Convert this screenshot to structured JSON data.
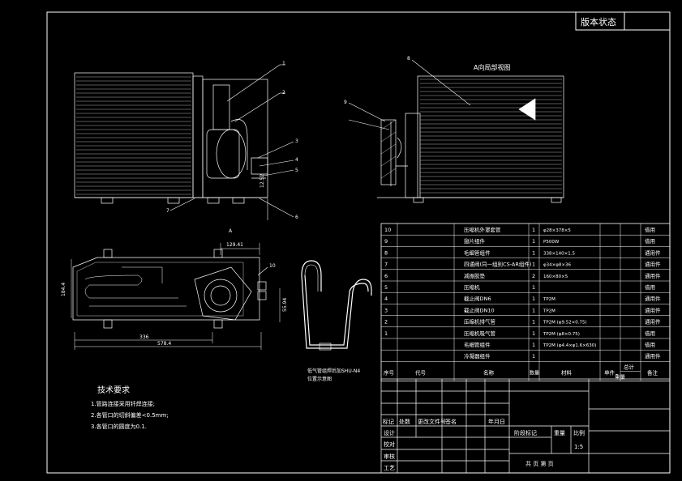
{
  "title_block": {
    "version_status": "版本状态",
    "scale": "1:5",
    "sheet_label": "共  页  第  页",
    "stage_mark": "阶段标记",
    "weight_label": "重量",
    "ratio_label": "比例"
  },
  "revision_row": {
    "mark": "标记",
    "count": "处数",
    "change_doc": "更改文件号",
    "signature": "签名",
    "date": "年月日"
  },
  "approval_rows": [
    "设计",
    "校对",
    "审核",
    "工艺"
  ],
  "views": {
    "a_direction_label": "A向局部视图",
    "a_marker": "A",
    "pipe_caption_line1": "低气管组焊后加SHU-N4",
    "pipe_caption_line2": "位置示意图"
  },
  "dimensions": {
    "top_width": "129.41",
    "height": "184.4",
    "bottom_short": "336",
    "bottom_total": "578.4",
    "side_dim": "55.94",
    "side_small": "12.52"
  },
  "technical_requirements": {
    "title": "技术要求",
    "items": [
      "1.管路连接采用钎焊连接;",
      "2.各管口的切斜偏差<0.5mm;",
      "3.各管口的圆度为0.1."
    ]
  },
  "callouts": [
    "1",
    "2",
    "3",
    "4",
    "5",
    "6",
    "7",
    "8",
    "9",
    "10"
  ],
  "bom_header": {
    "no": "序号",
    "code": "代号",
    "name": "名称",
    "qty": "数量",
    "material": "材料",
    "unit": "单件",
    "total": "总计",
    "weight": "重量",
    "remark": "备注"
  },
  "bom_rows": [
    {
      "no": "10",
      "name": "压缩机外罩套管",
      "qty": "1",
      "material": "φ28×378×5",
      "remark": "借用"
    },
    {
      "no": "9",
      "name": "翅片组件",
      "qty": "1",
      "material": "P500W",
      "remark": "借用"
    },
    {
      "no": "8",
      "name": "毛细管组件",
      "qty": "1",
      "material": "338×140×1.5",
      "remark": "通用件"
    },
    {
      "no": "7",
      "name": "四通阀(同一组别CS-AR组件)",
      "qty": "1",
      "material": "φ34×φ8×36",
      "remark": "通用件"
    },
    {
      "no": "6",
      "name": "减振胶垫",
      "qty": "2",
      "material": "160×80×5",
      "remark": "通用件"
    },
    {
      "no": "5",
      "name": "压缩机",
      "qty": "1",
      "material": "",
      "remark": "借用"
    },
    {
      "no": "4",
      "name": "截止阀DN6",
      "qty": "1",
      "material": "TP2M",
      "remark": "通用件"
    },
    {
      "no": "3",
      "name": "截止阀DN10",
      "qty": "1",
      "material": "TP2M",
      "remark": "通用件"
    },
    {
      "no": "2",
      "name": "压缩机排气管",
      "qty": "1",
      "material": "TP2M (φ9.52×0.75)",
      "remark": "通用件"
    },
    {
      "no": "1",
      "name": "压缩机吸气管",
      "qty": "1",
      "material": "TP2M (φ8×0.75)",
      "remark": "借用"
    },
    {
      "no": "",
      "name": "毛细管组件",
      "qty": "1",
      "material": "TP2M (φ4.4×φ1.6×630)",
      "remark": "借用"
    },
    {
      "no": "",
      "name": "冷凝器组件",
      "qty": "1",
      "material": "",
      "remark": "通用件"
    }
  ]
}
